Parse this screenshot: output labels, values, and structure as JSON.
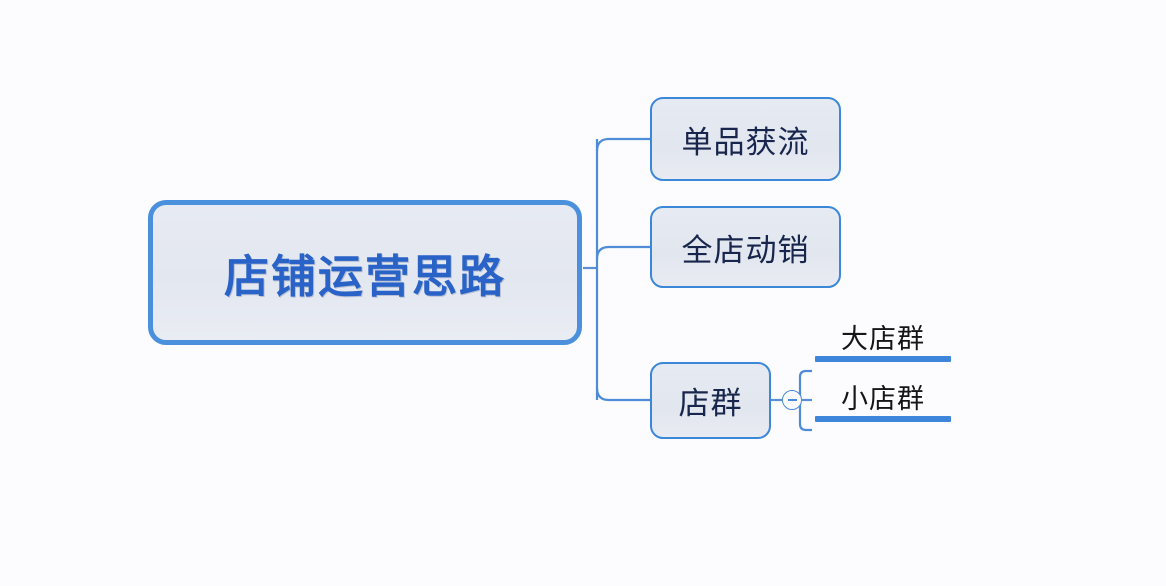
{
  "diagram": {
    "type": "mind-map",
    "title": "店铺运营思路",
    "orientation": "left-to-right",
    "background_color": "#fcfcfe",
    "accent_color": "#3d86dc",
    "root_border_color": "#4a90dd",
    "root_fill_color": "#e4e8f1",
    "root_text_color": "#2a63c7",
    "branch_border_color": "#3b87d8",
    "branch_text_color": "#18264d",
    "leaf_text_color": "#16161a"
  },
  "root": {
    "label": "店铺运营思路"
  },
  "branches": [
    {
      "id": "danpin",
      "label": "单品获流",
      "children": []
    },
    {
      "id": "quandian",
      "label": "全店动销",
      "children": []
    },
    {
      "id": "dianqun",
      "label": "店群"
    }
  ],
  "leaves": [
    {
      "id": "dadianqun",
      "label": "大店群"
    },
    {
      "id": "xiaodianqun",
      "label": "小店群"
    }
  ],
  "toggle": {
    "state": "expanded",
    "icon": "minus-circle-icon",
    "aria_label": "折叠"
  }
}
